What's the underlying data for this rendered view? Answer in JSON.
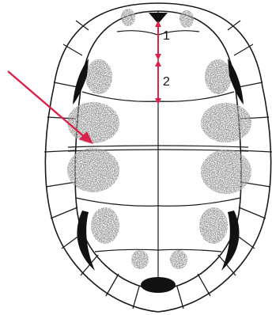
{
  "figure": {
    "labels": [
      {
        "id": "1",
        "text": "1"
      },
      {
        "id": "2",
        "text": "2"
      }
    ]
  },
  "colors": {
    "outline": "#1a1a1a",
    "arrow": "#d9234b",
    "marker": "#d9234b",
    "dark_marking": "#111111",
    "speckle": "#777777",
    "background": "#ffffff"
  },
  "icons": {
    "pointer": "arrow-pointer-icon"
  }
}
